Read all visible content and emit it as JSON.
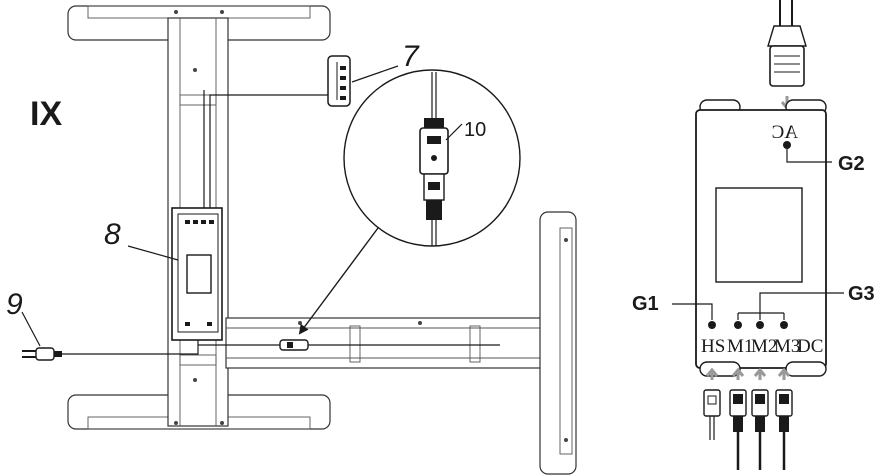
{
  "step_label": "IX",
  "callouts": {
    "handset": "7",
    "control_box": "8",
    "power_cord": "9",
    "connector": "10"
  },
  "port_groups": {
    "g1": "G1",
    "g2": "G2",
    "g3": "G3"
  },
  "ports": {
    "ac": "AC",
    "hs": "HS",
    "m1": "M1",
    "m2": "M2",
    "m3": "M3",
    "dc": "DC"
  }
}
